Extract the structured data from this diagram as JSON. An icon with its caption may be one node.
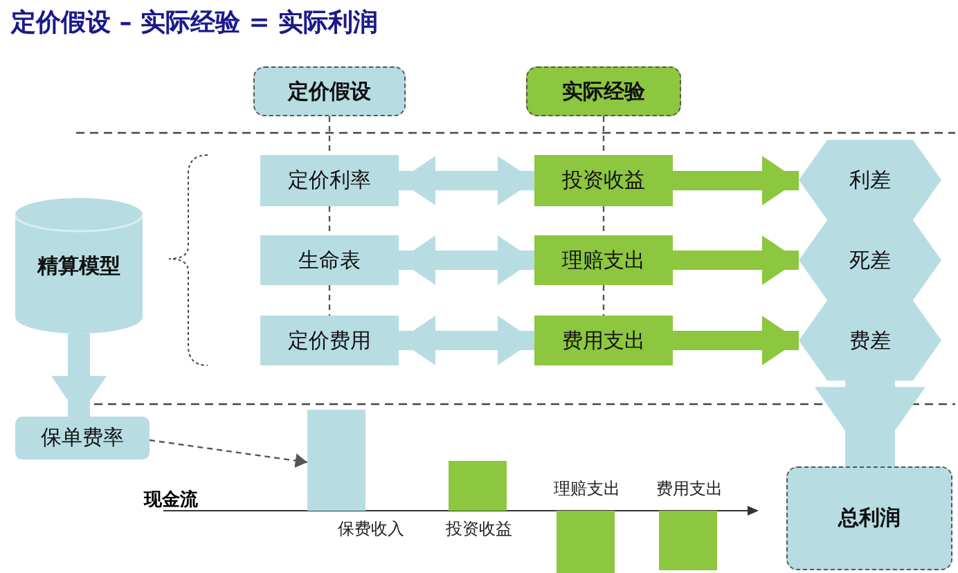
{
  "diagram": {
    "title": "定价假设 – 实际经验 = 实际利润",
    "nodes": [
      {
        "text": [
          "定价假设"
        ]
      },
      {
        "text": [
          "实际经验"
        ]
      },
      {
        "text": [
          "定价利率"
        ]
      },
      {
        "text": [
          "生命表"
        ]
      },
      {
        "text": [
          "定价费用"
        ]
      },
      {
        "text": [
          "投资收益"
        ]
      },
      {
        "text": [
          "理赔支出"
        ]
      },
      {
        "text": [
          "费用支出"
        ]
      },
      {
        "text": [
          "利差"
        ]
      },
      {
        "text": [
          "死差"
        ]
      },
      {
        "text": [
          "费差"
        ]
      },
      {
        "text": [
          "精算模型"
        ]
      },
      {
        "text": [
          "保单费率"
        ]
      },
      {
        "text": [
          "总利润"
        ]
      },
      {
        "text": [],
        "shape": "bar",
        "beside": [
          "保费收入"
        ]
      },
      {
        "text": [],
        "shape": "bar",
        "beside": [
          "投资收益"
        ]
      },
      {
        "text": [],
        "shape": "bar",
        "beside": [
          "理赔支出"
        ]
      },
      {
        "text": [],
        "shape": "bar",
        "beside": [
          "费用支出"
        ]
      }
    ],
    "edges": [
      {
        "from": 0,
        "to": 2,
        "arrow": "none",
        "style": "dashed",
        "color": "#555555"
      },
      {
        "from": 2,
        "to": 3,
        "arrow": "none",
        "style": "dashed",
        "color": "#555555"
      },
      {
        "from": 3,
        "to": 4,
        "arrow": "none",
        "style": "dashed",
        "color": "#555555"
      },
      {
        "from": 1,
        "to": 5,
        "arrow": "none",
        "style": "dashed",
        "color": "#555555"
      },
      {
        "from": 5,
        "to": 6,
        "arrow": "none",
        "style": "dashed",
        "color": "#555555"
      },
      {
        "from": 6,
        "to": 7,
        "arrow": "none",
        "style": "dashed",
        "color": "#555555"
      },
      {
        "from": 2,
        "to": 5,
        "arrow": "both",
        "color": "#b7dde3"
      },
      {
        "from": 3,
        "to": 6,
        "arrow": "both",
        "color": "#b7dde3"
      },
      {
        "from": 4,
        "to": 7,
        "arrow": "both",
        "color": "#b7dde3"
      },
      {
        "from": 5,
        "to": 8,
        "arrow": "to",
        "color": "#8dc63f"
      },
      {
        "from": 6,
        "to": 9,
        "arrow": "to",
        "color": "#8dc63f"
      },
      {
        "from": 7,
        "to": 10,
        "arrow": "to",
        "color": "#8dc63f"
      },
      {
        "from": 11,
        "to": 12,
        "arrow": "to",
        "color": "#b7dde3"
      },
      {
        "from": 10,
        "to": 13,
        "arrow": "to",
        "style": "thick",
        "color": "#b7dde3"
      },
      {
        "from": 12,
        "to": 14,
        "arrow": "to",
        "style": "dashed",
        "color": "#555555"
      }
    ],
    "labels": [
      "现金流"
    ]
  }
}
